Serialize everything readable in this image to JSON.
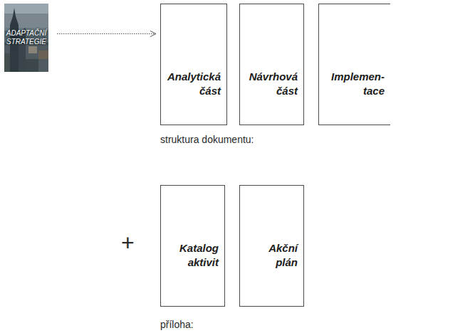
{
  "diagram": {
    "nodes": [
      {
        "text": [
          "ADAPTAČNÍ STRATEGIE"
        ]
      },
      {
        "text": [
          "Analytická část"
        ]
      },
      {
        "text": [
          "Návrhová část"
        ]
      },
      {
        "text": [
          "Implemen- tace"
        ]
      },
      {
        "text": [
          "Katalog aktivit"
        ]
      },
      {
        "text": [
          "Akční plán"
        ]
      }
    ],
    "edges": [
      {
        "from": 0,
        "to": 1,
        "arrow": "to"
      }
    ],
    "labels": [
      "struktura dokumentu:",
      "+",
      "příloha:"
    ]
  }
}
